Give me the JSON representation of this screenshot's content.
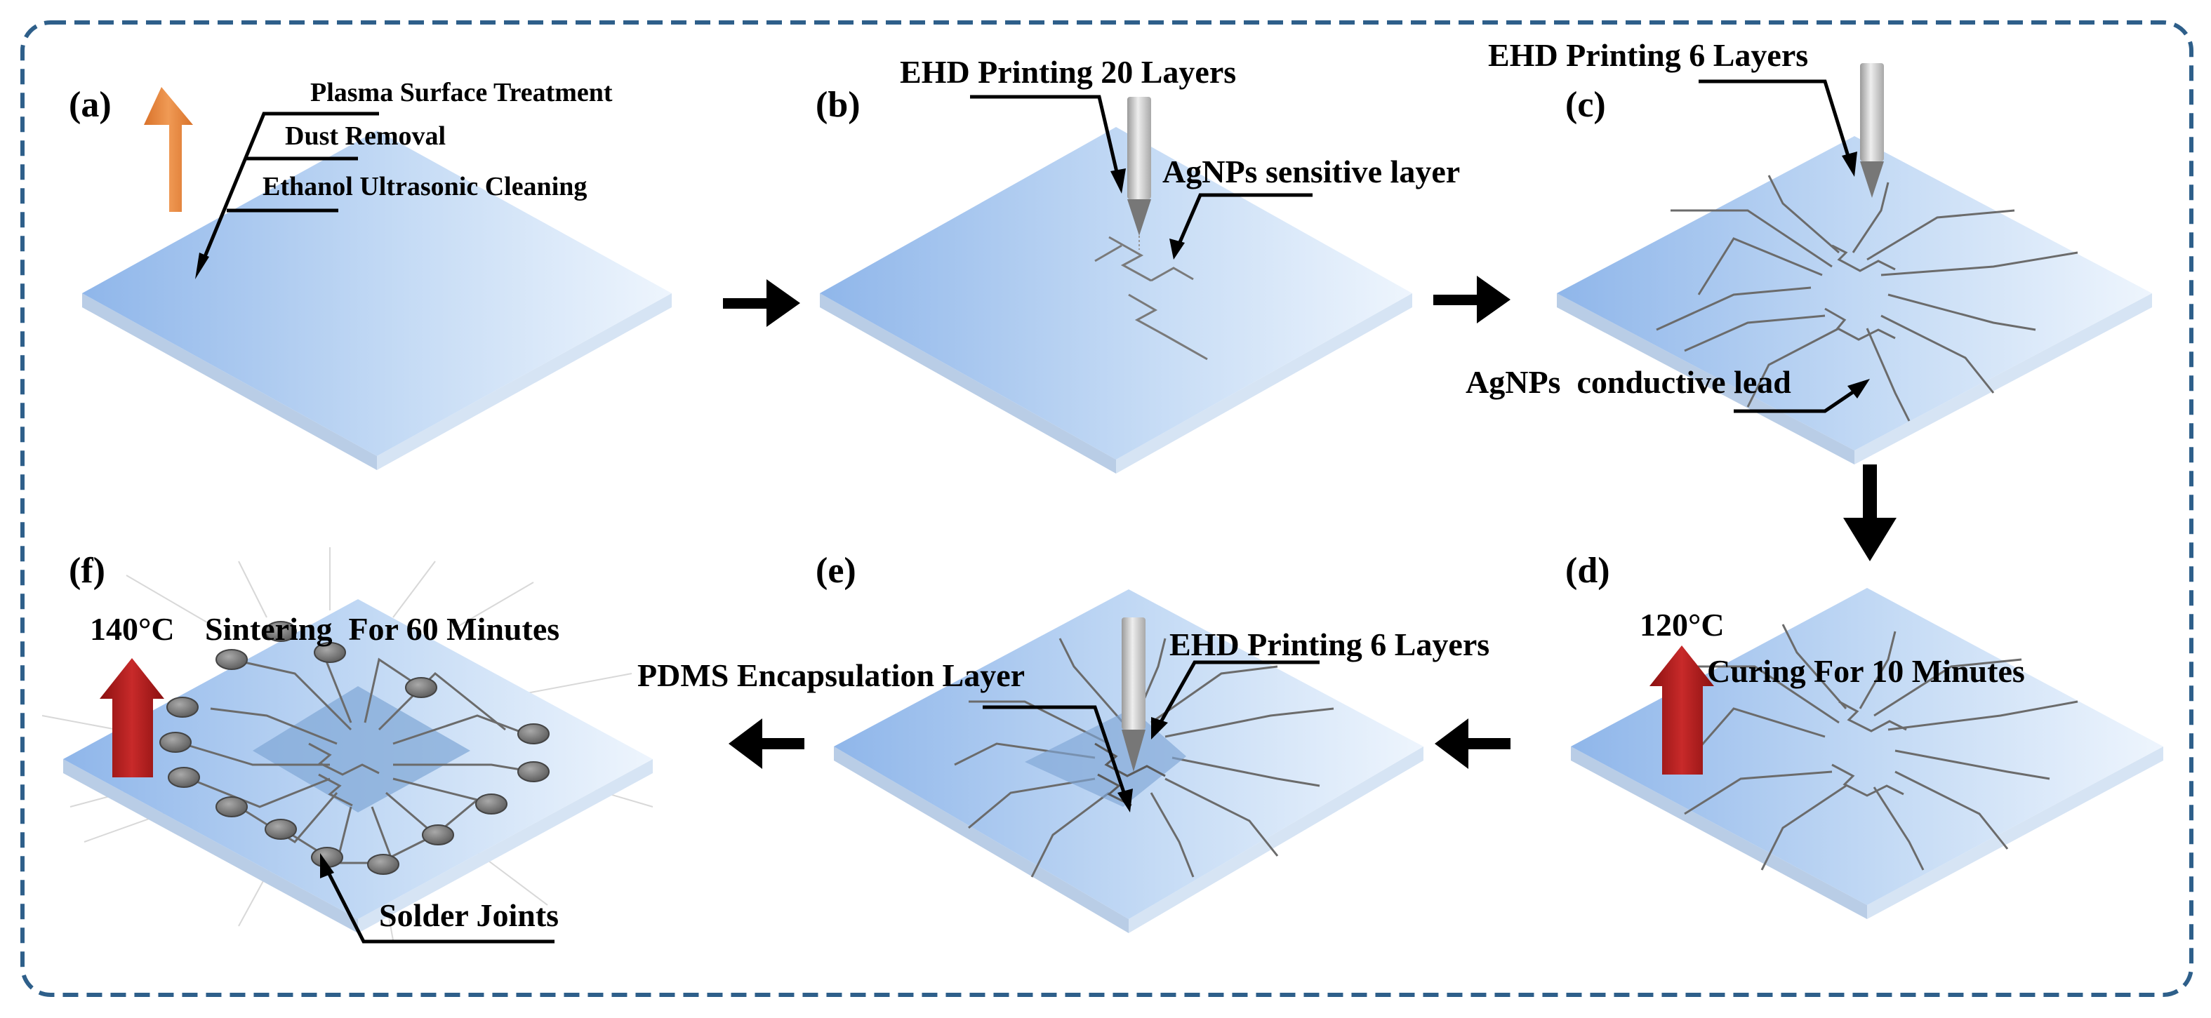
{
  "panels": {
    "a": {
      "letter": "(a)",
      "steps": [
        "Plasma Surface Treatment",
        "Dust Removal",
        "Ethanol Ultrasonic Cleaning"
      ]
    },
    "b": {
      "letter": "(b)",
      "printing": "EHD Printing 20 Layers",
      "layer": "AgNPs sensitive layer"
    },
    "c": {
      "letter": "(c)",
      "printing": "EHD Printing 6 Layers",
      "lead": "AgNPs  conductive lead"
    },
    "d": {
      "letter": "(d)",
      "temperature": "120°C",
      "process": "Curing For 10 Minutes"
    },
    "e": {
      "letter": "(e)",
      "printing": "EHD Printing 6 Layers",
      "encapsulation": "PDMS Encapsulation Layer"
    },
    "f": {
      "letter": "(f)",
      "temperature": "140°C",
      "process": "Sintering  For 60 Minutes",
      "joints": "Solder Joints"
    }
  },
  "colors": {
    "frame": "#2e5f8a",
    "substrate_dark": "#8fb6ea",
    "substrate_light": "#eaf3fd",
    "substrate_edge": "#b9cde6",
    "encapsulation": "#8fb0d8",
    "heat_orange": "#e8843c",
    "heat_red": "#b01e1e",
    "trace": "#6b6b6b",
    "solder": "#6a6a6a",
    "needle": "#c8c8c8"
  },
  "icons": {
    "process_arrow": "thick-black-arrow",
    "heating_arrow": "heat-up-arrow",
    "printer": "ehd-nozzle"
  }
}
